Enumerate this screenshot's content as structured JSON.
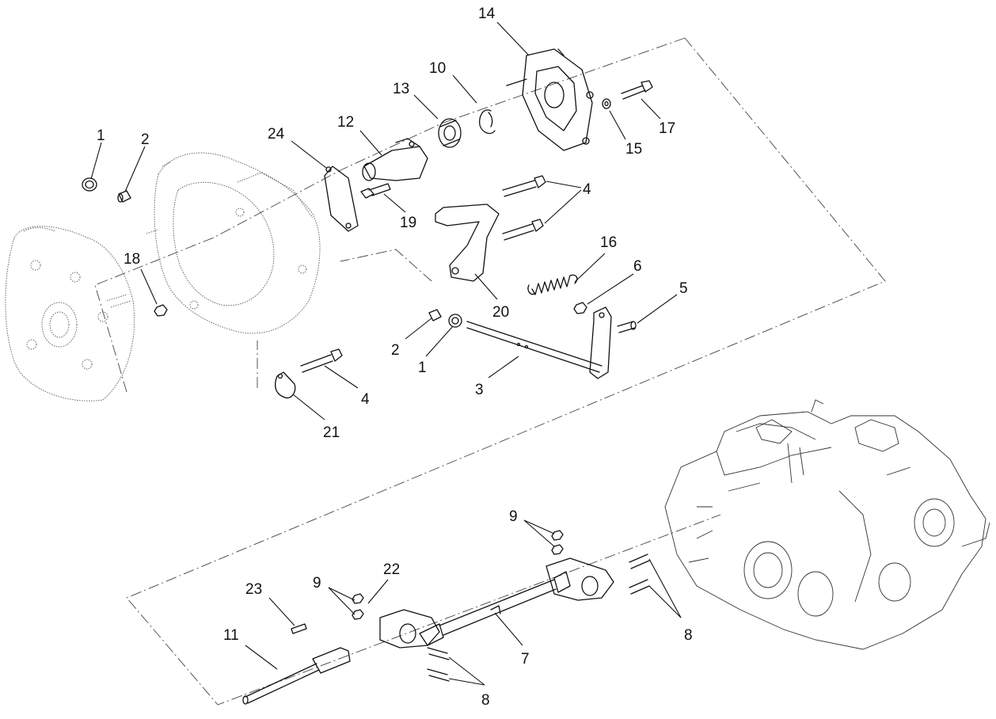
{
  "callouts": [
    {
      "id": "c1a",
      "label": "1"
    },
    {
      "id": "c2a",
      "label": "2"
    },
    {
      "id": "c18",
      "label": "18"
    },
    {
      "id": "c24",
      "label": "24"
    },
    {
      "id": "c12",
      "label": "12"
    },
    {
      "id": "c13",
      "label": "13"
    },
    {
      "id": "c10",
      "label": "10"
    },
    {
      "id": "c14",
      "label": "14"
    },
    {
      "id": "c17",
      "label": "17"
    },
    {
      "id": "c15",
      "label": "15"
    },
    {
      "id": "c19",
      "label": "19"
    },
    {
      "id": "c4a",
      "label": "4"
    },
    {
      "id": "c16",
      "label": "16"
    },
    {
      "id": "c6",
      "label": "6"
    },
    {
      "id": "c5",
      "label": "5"
    },
    {
      "id": "c20",
      "label": "20"
    },
    {
      "id": "c2b",
      "label": "2"
    },
    {
      "id": "c1b",
      "label": "1"
    },
    {
      "id": "c3",
      "label": "3"
    },
    {
      "id": "c4b",
      "label": "4"
    },
    {
      "id": "c21",
      "label": "21"
    },
    {
      "id": "c9a",
      "label": "9"
    },
    {
      "id": "c22",
      "label": "22"
    },
    {
      "id": "c23",
      "label": "23"
    },
    {
      "id": "c9b",
      "label": "9"
    },
    {
      "id": "c11",
      "label": "11"
    },
    {
      "id": "c7",
      "label": "7"
    },
    {
      "id": "c8a",
      "label": "8"
    },
    {
      "id": "c8b",
      "label": "8"
    }
  ]
}
